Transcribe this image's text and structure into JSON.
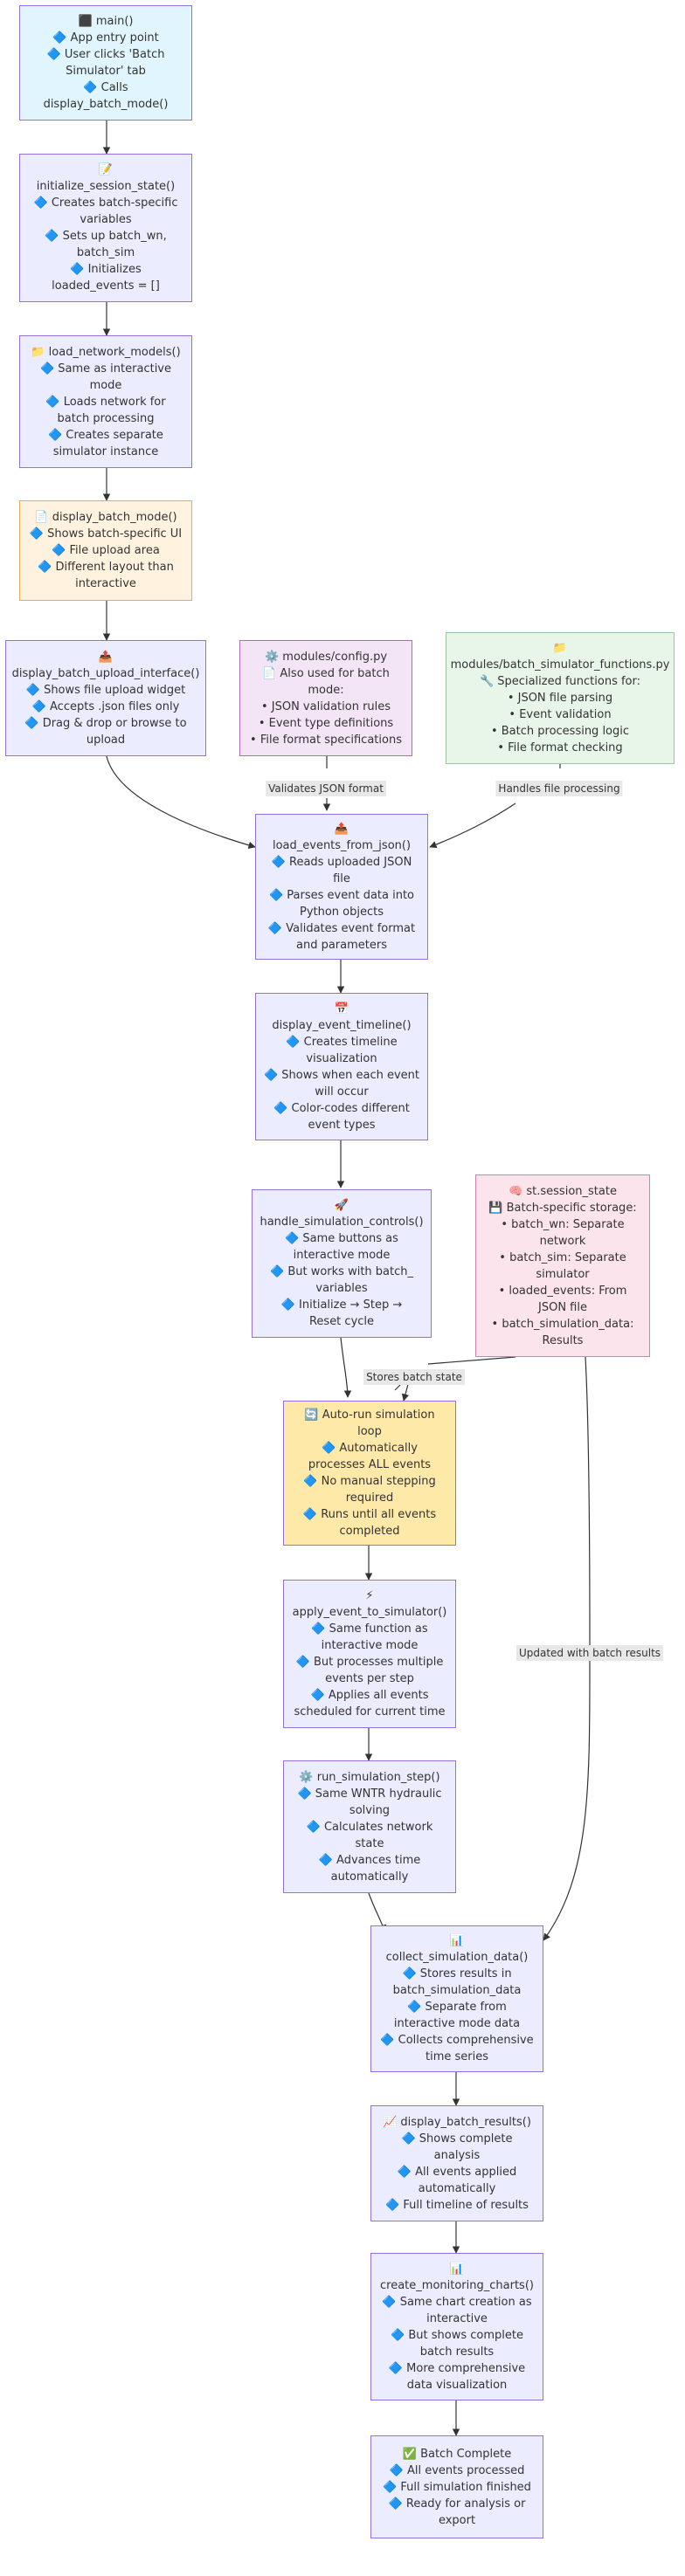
{
  "nodes": {
    "main": [
      "⬛ main()",
      "🔷 App entry point",
      "🔷 User clicks 'Batch",
      "Simulator' tab",
      "🔷 Calls",
      "display_batch_mode()"
    ],
    "init_state": [
      "📝",
      "initialize_session_state()",
      "🔷 Creates batch-specific",
      "variables",
      "🔷 Sets up batch_wn,",
      "batch_sim",
      "🔷 Initializes",
      "loaded_events = []"
    ],
    "load_models": [
      "📁 load_network_models()",
      "🔷 Same as interactive",
      "mode",
      "🔷 Loads network for",
      "batch processing",
      "🔷 Creates separate",
      "simulator instance"
    ],
    "display_mode": [
      "📄 display_batch_mode()",
      "🔷 Shows batch-specific UI",
      "🔷 File upload area",
      "🔷 Different layout than",
      "interactive"
    ],
    "upload_iface": [
      "📤",
      "display_batch_upload_interface()",
      "🔷 Shows file upload widget",
      "🔷 Accepts .json files only",
      "🔷 Drag & drop or browse to",
      "upload"
    ],
    "config": [
      "⚙️ modules/config.py",
      "📄 Also used for batch",
      "mode:",
      "• JSON validation rules",
      "• Event type definitions",
      "• File format specifications"
    ],
    "batch_funcs": [
      "📁",
      "modules/batch_simulator_functions.py",
      "🔧 Specialized functions for:",
      "• JSON file parsing",
      "• Event validation",
      "• Batch processing logic",
      "• File format checking"
    ],
    "load_events": [
      "📤",
      "load_events_from_json()",
      "🔷 Reads uploaded JSON",
      "file",
      "🔷 Parses event data into",
      "Python objects",
      "🔷 Validates event format",
      "and parameters"
    ],
    "timeline": [
      "📅",
      "display_event_timeline()",
      "🔷 Creates timeline",
      "visualization",
      "🔷 Shows when each event",
      "will occur",
      "🔷 Color-codes different",
      "event types"
    ],
    "controls": [
      "🚀",
      "handle_simulation_controls()",
      "🔷 Same buttons as",
      "interactive mode",
      "🔷 But works with batch_",
      "variables",
      "🔷 Initialize → Step →",
      "Reset cycle"
    ],
    "session_state": [
      "🧠 st.session_state",
      "💾 Batch-specific storage:",
      "• batch_wn: Separate",
      "network",
      "• batch_sim: Separate",
      "simulator",
      "• loaded_events: From",
      "JSON file",
      "• batch_simulation_data:",
      "Results"
    ],
    "autorun": [
      "🔄 Auto-run simulation",
      "loop",
      "🔷 Automatically",
      "processes ALL events",
      "🔷 No manual stepping",
      "required",
      "🔷 Runs until all events",
      "completed"
    ],
    "apply_event": [
      "⚡",
      "apply_event_to_simulator()",
      "🔷 Same function as",
      "interactive mode",
      "🔷 But processes multiple",
      "events per step",
      "🔷 Applies all events",
      "scheduled for current time"
    ],
    "run_step": [
      "⚙️ run_simulation_step()",
      "🔷 Same WNTR hydraulic",
      "solving",
      "🔷 Calculates network",
      "state",
      "🔷 Advances time",
      "automatically"
    ],
    "collect": [
      "📊",
      "collect_simulation_data()",
      "🔷 Stores results in",
      "batch_simulation_data",
      "🔷 Separate from",
      "interactive mode data",
      "🔷 Collects comprehensive",
      "time series"
    ],
    "results": [
      "📈 display_batch_results()",
      "🔷 Shows complete",
      "analysis",
      "🔷 All events applied",
      "automatically",
      "🔷 Full timeline of results"
    ],
    "charts": [
      "📊",
      "create_monitoring_charts()",
      "🔷 Same chart creation as",
      "interactive",
      "🔷 But shows complete",
      "batch results",
      "🔷 More comprehensive",
      "data visualization"
    ],
    "complete": [
      "✅ Batch Complete",
      "🔷 All events processed",
      "🔷 Full simulation finished",
      "🔷 Ready for analysis or",
      "export"
    ]
  },
  "edge_labels": {
    "validates": "Validates JSON format",
    "handles": "Handles file processing",
    "stores": "Stores batch state",
    "updated": "Updated with batch results"
  },
  "colors": {
    "edge": "#333333",
    "node_border": "#9370DB",
    "node_fill": "#ECECFF"
  }
}
